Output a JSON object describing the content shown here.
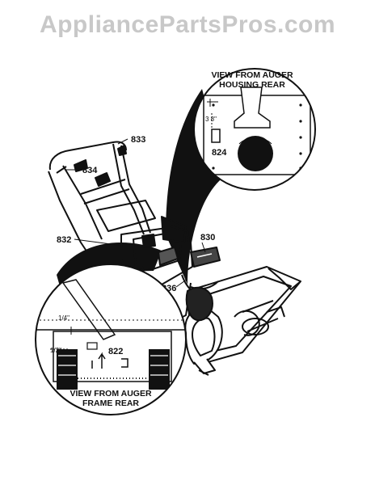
{
  "watermark": "AppliancePartsPros.com",
  "callouts": {
    "c833": "833",
    "c834": "834",
    "c832": "832",
    "c830": "830",
    "c836": "836",
    "c824": "824",
    "c822": "822"
  },
  "top_inset": {
    "caption_line1": "VIEW FROM AUGER",
    "caption_line2": "HOUSING REAR",
    "dimension": "3 8\""
  },
  "bottom_inset": {
    "caption_line1": "VIEW FROM AUGER",
    "caption_line2": "FRAME REAR",
    "dimension_a": "1/4\"",
    "dimension_b": "1/2\""
  }
}
